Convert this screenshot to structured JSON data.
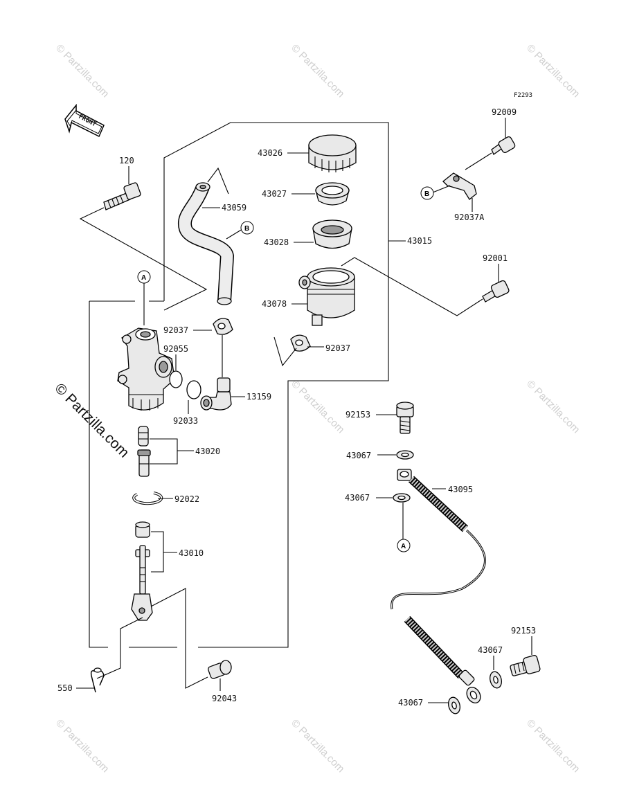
{
  "diagram": {
    "code": "F2293",
    "front_label": "FRONT",
    "watermark": "© Partzilla.com",
    "callouts": {
      "a": "A",
      "b": "B"
    },
    "labels": {
      "p120": "120",
      "p43026": "43026",
      "p43027": "43027",
      "p43028": "43028",
      "p43078": "43078",
      "p43059": "43059",
      "p43015": "43015",
      "p92009": "92009",
      "p92037A": "92037A",
      "p92001": "92001",
      "p92037_left": "92037",
      "p92037_right": "92037",
      "p92055": "92055",
      "p92033": "92033",
      "p13159": "13159",
      "p43020": "43020",
      "p92022": "92022",
      "p43010": "43010",
      "p550": "550",
      "p92043": "92043",
      "p92153_top": "92153",
      "p43067_1": "43067",
      "p43095": "43095",
      "p43067_2": "43067",
      "p92153_bottom": "92153",
      "p43067_3": "43067",
      "p43067_4": "43067"
    }
  }
}
